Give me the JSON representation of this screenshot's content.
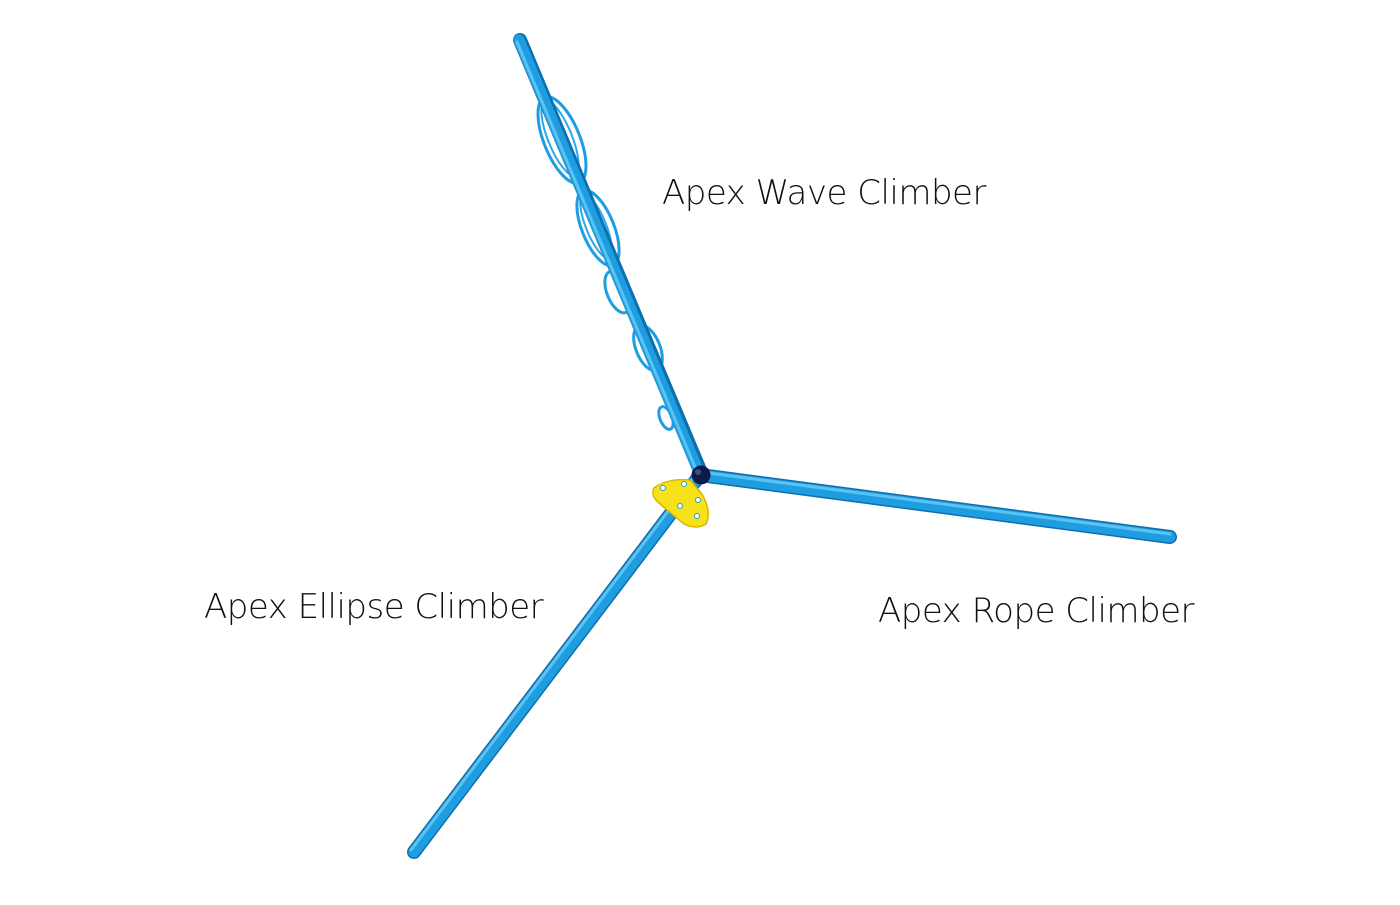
{
  "labels": {
    "wave": "Apex Wave Climber",
    "ellipse": "Apex Ellipse Climber",
    "rope": "Apex Rope Climber"
  },
  "colors": {
    "pole": "#1e9ee0",
    "pole_dark": "#0c6fae",
    "pole_light": "#6cc8f2",
    "hub": "#0c1b4a",
    "plate": "#f7e21a",
    "plate_edge": "#d9b800",
    "background": "#ffffff"
  }
}
